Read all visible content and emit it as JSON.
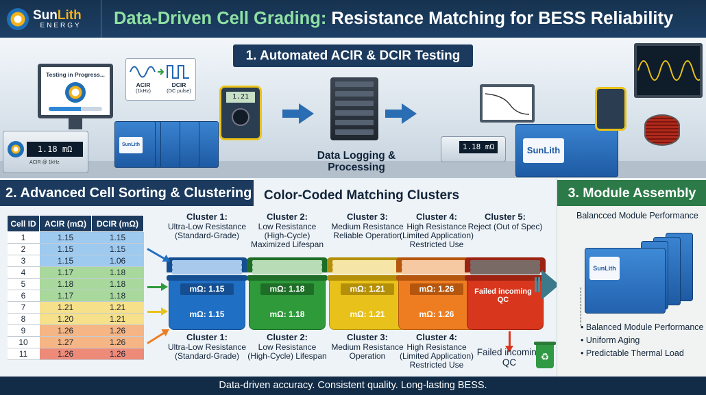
{
  "header": {
    "logo_name_a": "Sun",
    "logo_name_b": "Lith",
    "logo_sub": "ENERGY",
    "title_a": "Data-Driven Cell Grading:",
    "title_b": " Resistance Matching for BESS Reliability"
  },
  "section1": {
    "banner": "1. Automated ACIR & DCIR Testing",
    "monitor_text": "Testing in Progress...",
    "monitor_progress": 0.6,
    "meter_value": "1.18 mΩ",
    "meter_sub": "ACIR @ 1kHz",
    "waves": {
      "acir_label": "ACIR",
      "acir_sub": "(1kHz)",
      "dcir_label": "DCIR",
      "dcir_sub": "(DC pulse)"
    },
    "handheld_value": "1.21",
    "cell_label": "SunLith",
    "server_caption": "Data Logging & Processing",
    "meter2_value": "1.18 mΩ",
    "module_logo": "SunLith"
  },
  "section2": {
    "banner": "2. Advanced Cell Sorting & Clustering",
    "subtitle": "Color-Coded Matching Clusters",
    "table": {
      "headers": [
        "Cell ID",
        "ACIR (mΩ)",
        "DCIR (mΩ)"
      ],
      "rows": [
        [
          "1",
          "1.15",
          "1.15"
        ],
        [
          "2",
          "1.15",
          "1.15"
        ],
        [
          "3",
          "1.15",
          "1.06"
        ],
        [
          "4",
          "1.17",
          "1.18"
        ],
        [
          "5",
          "1.18",
          "1.18"
        ],
        [
          "6",
          "1.17",
          "1.18"
        ],
        [
          "7",
          "1.21",
          "1.21"
        ],
        [
          "8",
          "1.20",
          "1.21"
        ],
        [
          "9",
          "1.26",
          "1.26"
        ],
        [
          "10",
          "1.27",
          "1.26"
        ],
        [
          "11",
          "1.26",
          "1.26"
        ]
      ]
    },
    "clusters": [
      {
        "title": "Cluster 1:",
        "desc": "Ultra-Low Resistance (Standard-Grade)",
        "label_top": "mΩ: 1.15",
        "label_bot": "mΩ: 1.15",
        "foot_title": "Cluster 1:",
        "foot_desc": "Ultra-Low Resistance (Standard-Grade)",
        "color": "#1f6fc4",
        "dark": "#154f91",
        "tray": "#a8c9ec"
      },
      {
        "title": "Cluster 2:",
        "desc": "Low Resistance (High-Cycle) Maximized Lifespan",
        "label_top": "mΩ: 1.18",
        "label_bot": "mΩ: 1.18",
        "foot_title": "Cluster 2:",
        "foot_desc": "Low Resistance (High-Cycle) Lifespan",
        "color": "#2e9a3a",
        "dark": "#1e6e27",
        "tray": "#b8dcb5"
      },
      {
        "title": "Cluster 3:",
        "desc": "Medium Resistance Reliable Operation",
        "label_top": "mΩ: 1.21",
        "label_bot": "mΩ: 1.21",
        "foot_title": "Cluster 3:",
        "foot_desc": "Medium Resistance Operation",
        "color": "#e8c21a",
        "dark": "#b48f0a",
        "tray": "#f5e6a8"
      },
      {
        "title": "Cluster 4:",
        "desc": "High Resistance (Limited Application) Restricted Use",
        "label_top": "mΩ: 1.26",
        "label_bot": "mΩ: 1.26",
        "foot_title": "Cluster 4:",
        "foot_desc": "High Resistance (Limited Application) Restricted Use",
        "color": "#ee7d22",
        "dark": "#b5560f",
        "tray": "#f6c9a2"
      },
      {
        "title": "Cluster 5:",
        "desc": "Reject (Out of Spec)",
        "fail_text": "Failed incoming QC",
        "color": "#d9361e",
        "dark": "#9c2212",
        "tray": "#7a6a66"
      }
    ],
    "fail_caption": "Failed incoming QC",
    "trash_symbol": "♻"
  },
  "section3": {
    "banner": "3. Module Assembly",
    "subtitle": "Balancced Module Performance",
    "module_logo": "SunLith",
    "benefits": [
      "Balanced Module Performance",
      "Uniform Aging",
      "Predictable Thermal Load"
    ]
  },
  "footer": {
    "text": "Data-driven accuracy. Consistent quality. Long-lasting BESS."
  },
  "colors": {
    "navy": "#1b3a5e",
    "green": "#2b7a47",
    "accent_yellow": "#f4b21b",
    "row_blue": "#9fcaf0",
    "row_green": "#a9d89c",
    "row_yellow": "#f7e08a",
    "row_orange": "#f5b584",
    "row_red": "#ee8a78"
  }
}
